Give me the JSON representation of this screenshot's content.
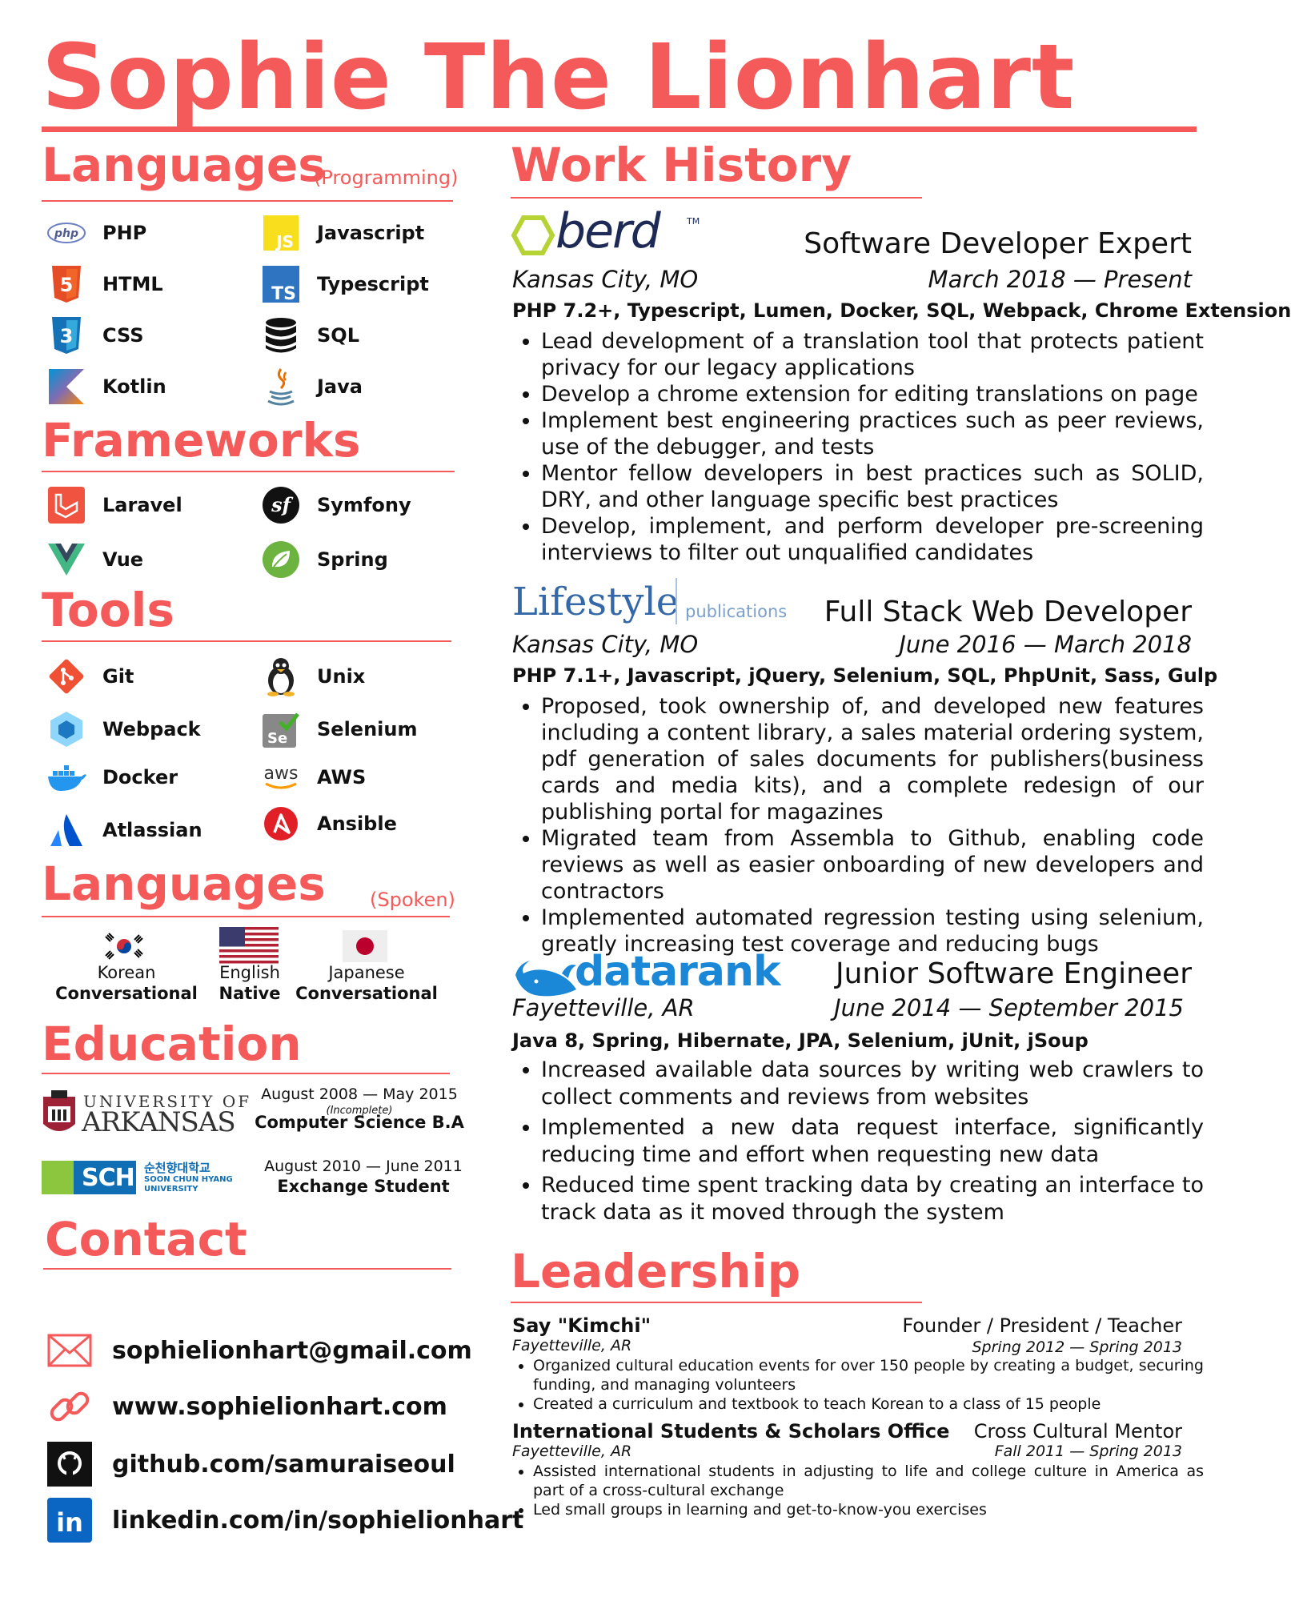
{
  "name": "Sophie The Lionhart",
  "programming": {
    "heading": "Languages",
    "note": "(Programming)",
    "items": [
      {
        "label": "PHP",
        "icon": "php-icon"
      },
      {
        "label": "Javascript",
        "icon": "javascript-icon"
      },
      {
        "label": "HTML",
        "icon": "html5-icon"
      },
      {
        "label": "Typescript",
        "icon": "typescript-icon"
      },
      {
        "label": "CSS",
        "icon": "css3-icon"
      },
      {
        "label": "SQL",
        "icon": "database-icon"
      },
      {
        "label": "Kotlin",
        "icon": "kotlin-icon"
      },
      {
        "label": "Java",
        "icon": "java-icon"
      }
    ]
  },
  "frameworks": {
    "heading": "Frameworks",
    "items": [
      {
        "label": "Laravel",
        "icon": "laravel-icon"
      },
      {
        "label": "Symfony",
        "icon": "symfony-icon"
      },
      {
        "label": "Vue",
        "icon": "vue-icon"
      },
      {
        "label": "Spring",
        "icon": "spring-icon"
      }
    ]
  },
  "tools": {
    "heading": "Tools",
    "items": [
      {
        "label": "Git",
        "icon": "git-icon"
      },
      {
        "label": "Unix",
        "icon": "tux-icon"
      },
      {
        "label": "Webpack",
        "icon": "webpack-icon"
      },
      {
        "label": "Selenium",
        "icon": "selenium-icon"
      },
      {
        "label": "Docker",
        "icon": "docker-icon"
      },
      {
        "label": "AWS",
        "icon": "aws-icon"
      },
      {
        "label": "Atlassian",
        "icon": "atlassian-icon"
      },
      {
        "label": "Ansible",
        "icon": "ansible-icon"
      }
    ]
  },
  "spoken": {
    "heading": "Languages",
    "note": "(Spoken)",
    "items": [
      {
        "language": "Korean",
        "level": "Conversational",
        "icon": "korea-flag-icon"
      },
      {
        "language": "English",
        "level": "Native",
        "icon": "usa-flag-icon"
      },
      {
        "language": "Japanese",
        "level": "Conversational",
        "icon": "japan-flag-icon"
      }
    ]
  },
  "education": {
    "heading": "Education",
    "items": [
      {
        "logo_line1": "UNIVERSITY OF",
        "logo_line2": "ARKANSAS",
        "dates": "August 2008  —  May 2015",
        "note": "(Incomplete)",
        "degree": "Computer Science B.A"
      },
      {
        "logo_short": "SCH",
        "logo_korean": "순천향대학교",
        "logo_line1": "SOON CHUN HYANG",
        "logo_line2": "UNIVERSITY",
        "dates": "August 2010  —  June 2011",
        "degree": "Exchange Student"
      }
    ]
  },
  "contact": {
    "heading": "Contact",
    "items": [
      {
        "text": "sophielionhart@gmail.com",
        "icon": "email-icon"
      },
      {
        "text": "www.sophielionhart.com",
        "icon": "link-icon"
      },
      {
        "text": "github.com/samuraiseoul",
        "icon": "github-icon"
      },
      {
        "text": "linkedin.com/in/sophielionhart",
        "icon": "linkedin-icon"
      }
    ]
  },
  "work": {
    "heading": "Work History",
    "jobs": [
      {
        "logo": "berd",
        "logo_tm": "TM",
        "title": "Software Developer Expert",
        "location": "Kansas City, MO",
        "dates": "March 2018  —  Present",
        "tech": "PHP 7.2+, Typescript, Lumen, Docker, SQL,  Webpack, Chrome Extension",
        "bullets": [
          "Lead development of a translation tool that protects patient privacy for our legacy applications",
          "Develop a chrome extension for editing translations on page",
          "Implement best engineering practices such as peer reviews, use of the debugger, and tests",
          "Mentor fellow developers in best practices such as SOLID, DRY, and other language specific best practices",
          "Develop, implement, and perform developer pre-screening interviews to filter out unqualified candidates"
        ]
      },
      {
        "logo": "Lifestyle",
        "logo_sub": "publications",
        "title": "Full Stack Web Developer",
        "location": "Kansas City, MO",
        "dates": "June 2016  —  March 2018",
        "tech": "PHP 7.1+, Javascript, jQuery, Selenium, SQL, PhpUnit, Sass, Gulp",
        "bullets": [
          "Proposed, took ownership of, and developed new features including a content library, a sales material ordering system, pdf generation of sales documents for publishers(business cards and media kits), and a complete redesign of our publishing portal for magazines",
          "Migrated team from Assembla to Github, enabling code reviews as well as easier onboarding of new developers and contractors",
          "Implemented automated regression testing using selenium, greatly increasing test coverage and reducing bugs"
        ]
      },
      {
        "logo": "datarank",
        "title": "Junior Software Engineer",
        "location": "Fayetteville, AR",
        "dates": "June 2014  —  September 2015",
        "tech": "Java 8, Spring, Hibernate, JPA, Selenium, jUnit, jSoup",
        "bullets": [
          "Increased available data sources by writing web crawlers to collect comments and reviews from websites",
          "Implemented a new data request interface, significantly reducing time and effort when requesting new data",
          "Reduced time spent tracking data by creating an interface to track data as it moved through the system"
        ]
      }
    ]
  },
  "leadership": {
    "heading": "Leadership",
    "items": [
      {
        "org": "Say \"Kimchi\"",
        "role": "Founder / President / Teacher",
        "location": "Fayetteville, AR",
        "dates": "Spring 2012  —  Spring 2013",
        "bullets": [
          "Organized cultural education events for over 150 people by creating a budget, securing funding, and managing volunteers",
          "Created a curriculum and textbook to teach Korean to a class of 15 people"
        ]
      },
      {
        "org": "International Students & Scholars Office",
        "role": "Cross Cultural Mentor",
        "location": "Fayetteville, AR",
        "dates": "Fall 2011  —  Spring 2013",
        "bullets": [
          "Assisted international students in adjusting to life and college culture in America as part of a cross-cultural exchange",
          "Led small groups in learning and get-to-know-you exercises"
        ]
      }
    ]
  },
  "colors": {
    "accent": "#f55a5a",
    "text": "#111111"
  }
}
